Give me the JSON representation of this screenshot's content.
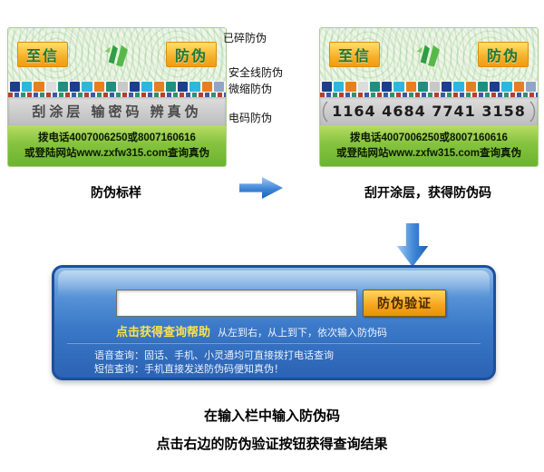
{
  "label": {
    "brand_left": "至信",
    "brand_right": "防伪",
    "scratch_text": "刮涂层 输密码 辨真伪",
    "code": "1164 4684 7741 3158",
    "hotline_line": "拨电话4007006250或8007160616",
    "website_line": "或登陆网站www.zxfw315.com查询真伪"
  },
  "callouts": {
    "broken": "已碎防伪",
    "security_line": "安全线防伪",
    "micro": "微缩防伪",
    "code": "电码防伪"
  },
  "captions": {
    "sample": "防伪标样",
    "scratch": "刮开涂层，获得防伪码"
  },
  "panel": {
    "input_value": "",
    "verify_button": "防伪验证",
    "help_link": "点击获得查询帮助",
    "help_hint": "从左到右，从上到下，依次输入防伪码",
    "voice_line": "语音查询：固话、手机、小灵通均可直接拨打电话查询",
    "sms_line": "短信查询：手机直接发送防伪码便知真伪！"
  },
  "footer": {
    "line1": "在输入栏中输入防伪码",
    "line2": "点击右边的防伪验证按钮获得查询结果"
  },
  "colors": {
    "panel_blue": "#2c63b4",
    "button_orange": "#f6a41d",
    "label_green": "#85c33e",
    "brand_yellow": "#f6b02a",
    "strip": [
      "#1b3f8e",
      "#2fb6dc",
      "#e87f1e",
      "#dcdcdc",
      "#1f9080",
      "#1b3f8e",
      "#2fb6dc",
      "#e87f1e",
      "#1f9080",
      "#c8c8c8",
      "#1b3f8e",
      "#2fb6dc",
      "#e87f1e",
      "#1f9080",
      "#1b3f8e",
      "#2fb6dc",
      "#e87f1e",
      "#8fa6c8"
    ]
  }
}
